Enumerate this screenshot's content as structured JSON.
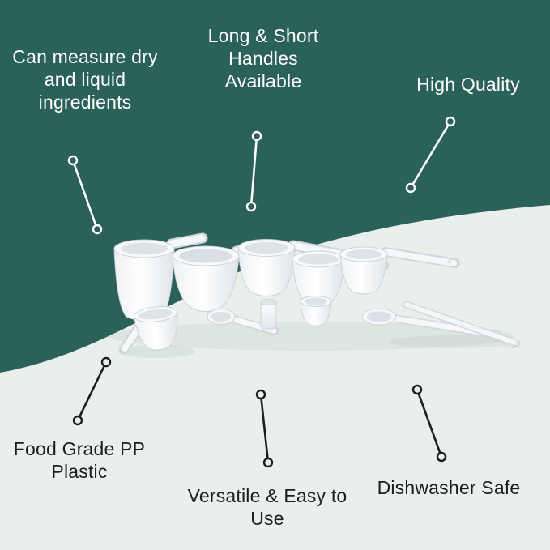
{
  "callouts": {
    "top_left": {
      "lines": [
        "Can measure dry",
        "and liquid",
        "ingredients"
      ]
    },
    "top_center": {
      "lines": [
        "Long & Short",
        "Handles",
        "Available"
      ]
    },
    "top_right": {
      "lines": [
        "High Quality"
      ]
    },
    "bottom_left": {
      "lines": [
        "Food Grade PP",
        "Plastic"
      ]
    },
    "bottom_center": {
      "lines": [
        "Versatile & Easy to",
        "Use"
      ]
    },
    "bottom_right": {
      "lines": [
        "Dishwasher Safe"
      ]
    }
  },
  "colors": {
    "teal_background": "#2a6158",
    "light_background": "#e9efeb",
    "light_text": "#ffffff",
    "dark_text": "#1d1d1d",
    "product_white": "#f6f8f9"
  },
  "product": {
    "name": "white plastic measuring cups and spoons set"
  }
}
